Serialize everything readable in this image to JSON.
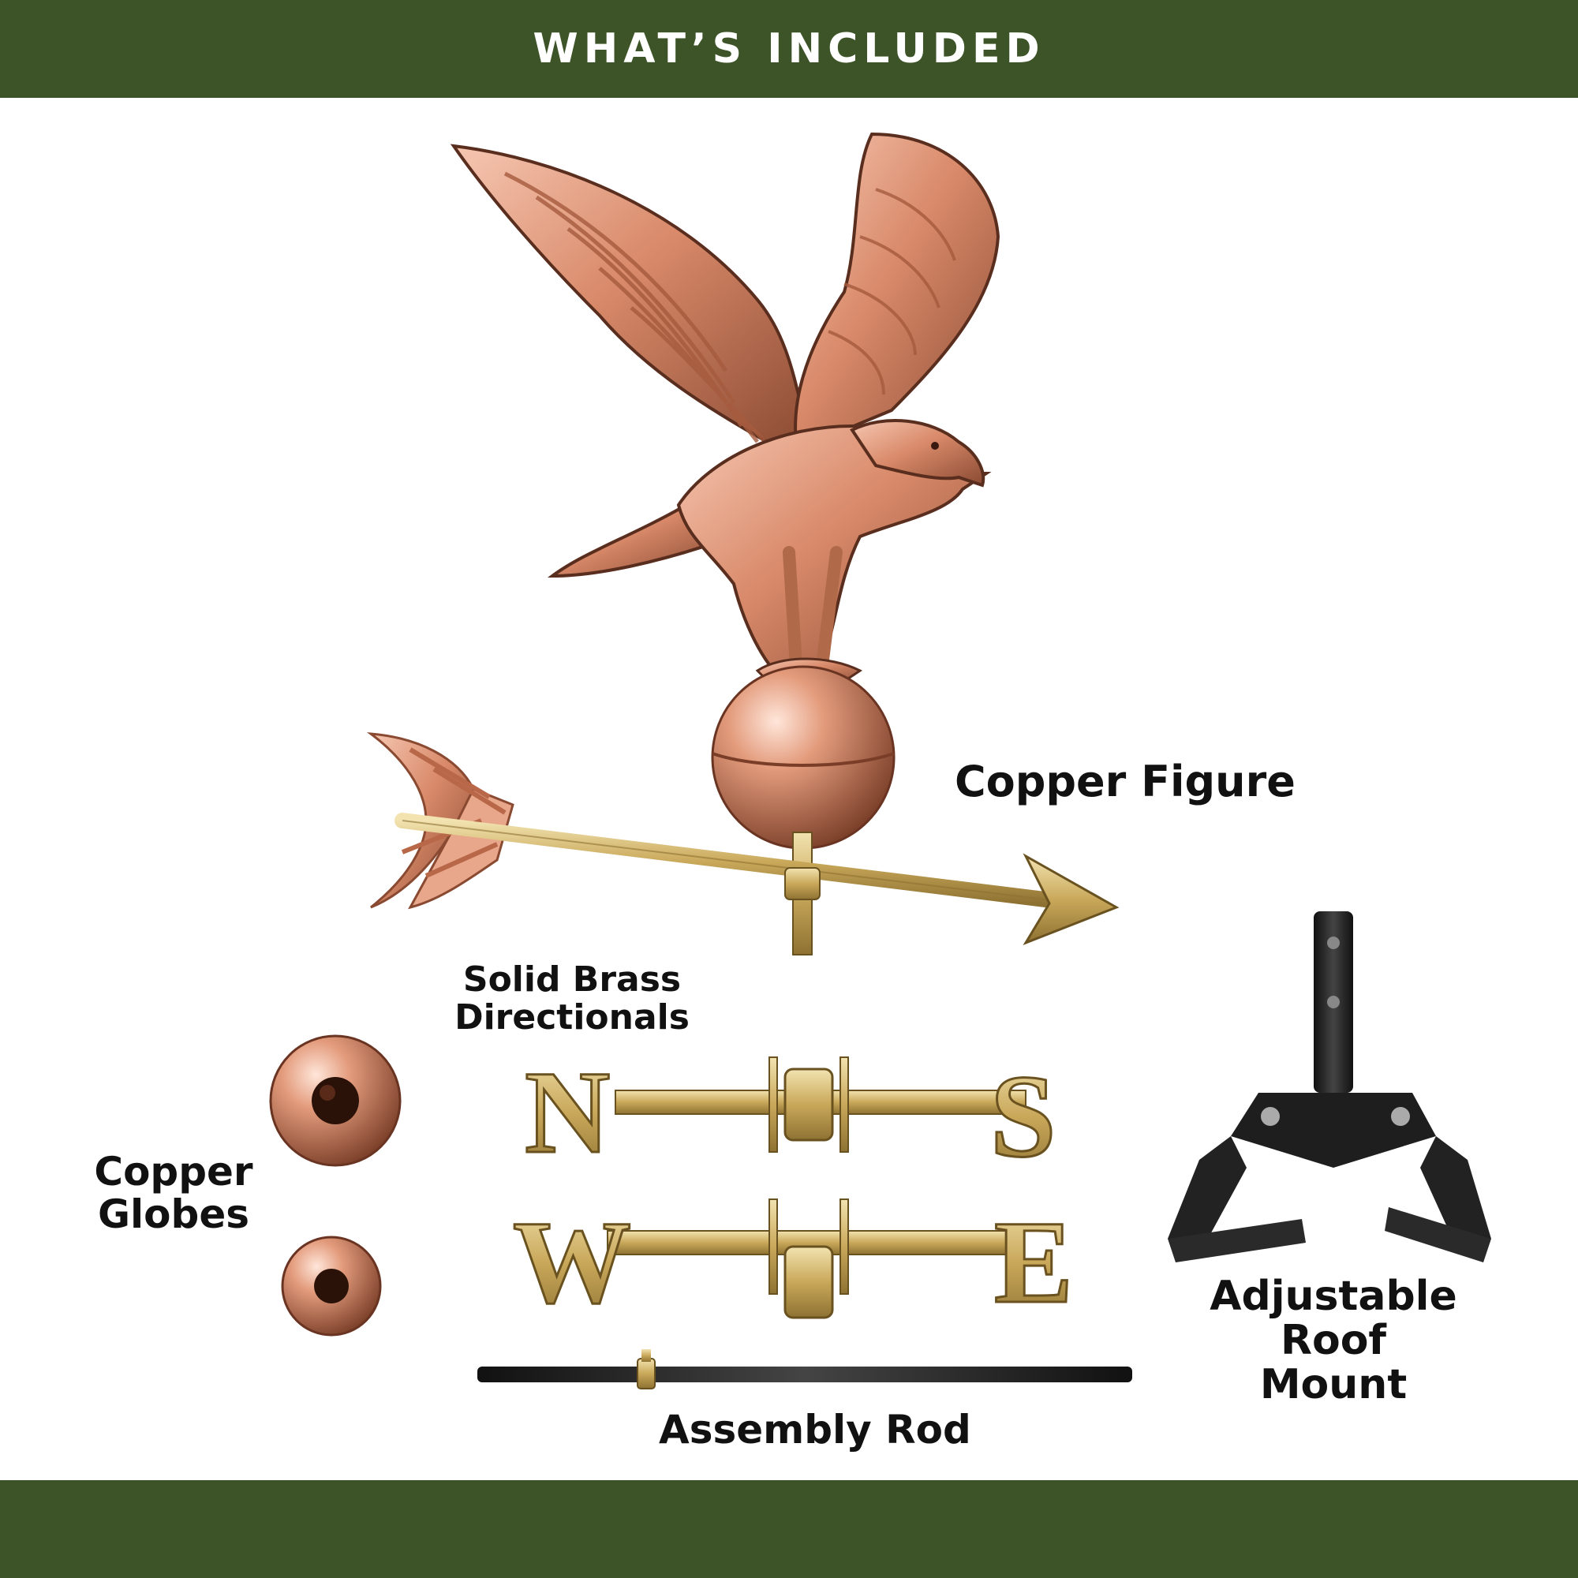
{
  "header": {
    "title": "WHAT’S INCLUDED"
  },
  "labels": {
    "copper_figure": "Copper Figure",
    "brass_directionals": [
      "Solid Brass",
      "Directionals"
    ],
    "copper_globes": [
      "Copper",
      "Globes"
    ],
    "assembly_rod": "Assembly Rod",
    "roof_mount": [
      "Adjustable",
      "Roof",
      "Mount"
    ]
  },
  "directional_letters": {
    "n": "N",
    "s": "S",
    "w": "W",
    "e": "E"
  },
  "colors": {
    "banner": "#3d5428",
    "copper": "#d98a6a",
    "brass": "#c9a85a",
    "mount": "#222222"
  }
}
